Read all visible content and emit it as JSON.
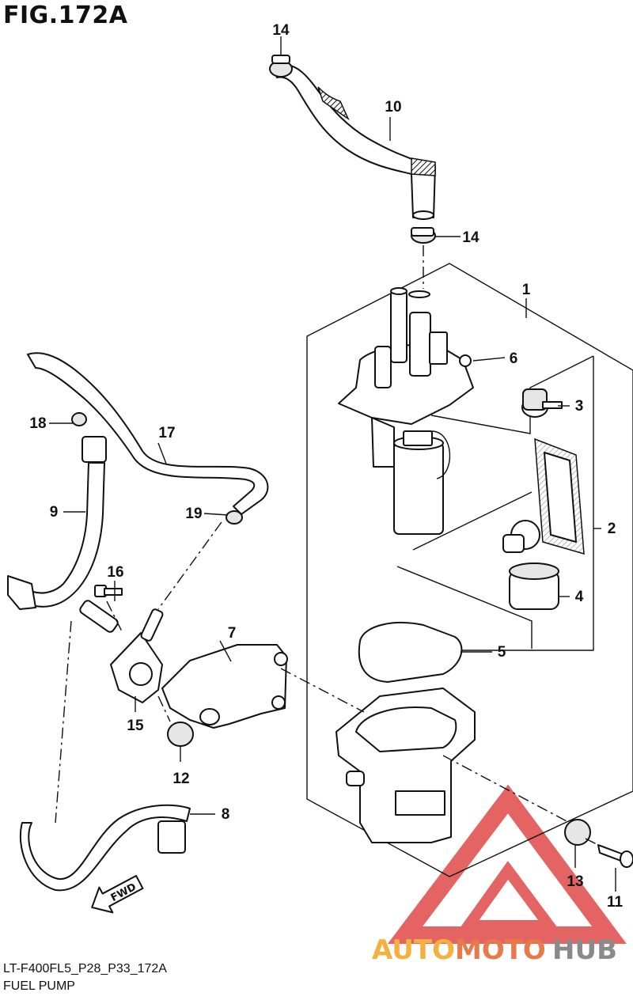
{
  "figure": {
    "title": "FIG.172A",
    "code": "LT-F400FL5_P28_P33_172A",
    "caption": "FUEL PUMP"
  },
  "callouts": [
    {
      "id": "n1",
      "label": "1"
    },
    {
      "id": "n2",
      "label": "2"
    },
    {
      "id": "n3",
      "label": "3"
    },
    {
      "id": "n4",
      "label": "4"
    },
    {
      "id": "n5",
      "label": "5"
    },
    {
      "id": "n6",
      "label": "6"
    },
    {
      "id": "n7",
      "label": "7"
    },
    {
      "id": "n8",
      "label": "8"
    },
    {
      "id": "n9",
      "label": "9"
    },
    {
      "id": "n10",
      "label": "10"
    },
    {
      "id": "n11",
      "label": "11"
    },
    {
      "id": "n12",
      "label": "12"
    },
    {
      "id": "n13",
      "label": "13"
    },
    {
      "id": "n14a",
      "label": "14"
    },
    {
      "id": "n14b",
      "label": "14"
    },
    {
      "id": "n15",
      "label": "15"
    },
    {
      "id": "n16",
      "label": "16"
    },
    {
      "id": "n17",
      "label": "17"
    },
    {
      "id": "n18",
      "label": "18"
    },
    {
      "id": "n19",
      "label": "19"
    }
  ],
  "direction_arrow": "FWD",
  "watermark": {
    "text_a": "AUTO",
    "text_b": "MOTO",
    "text_c": "HUB",
    "color_a": "#f5b041",
    "color_b": "#e8794a",
    "color_c": "#8a8a8a",
    "logo_color": "#e04848"
  }
}
